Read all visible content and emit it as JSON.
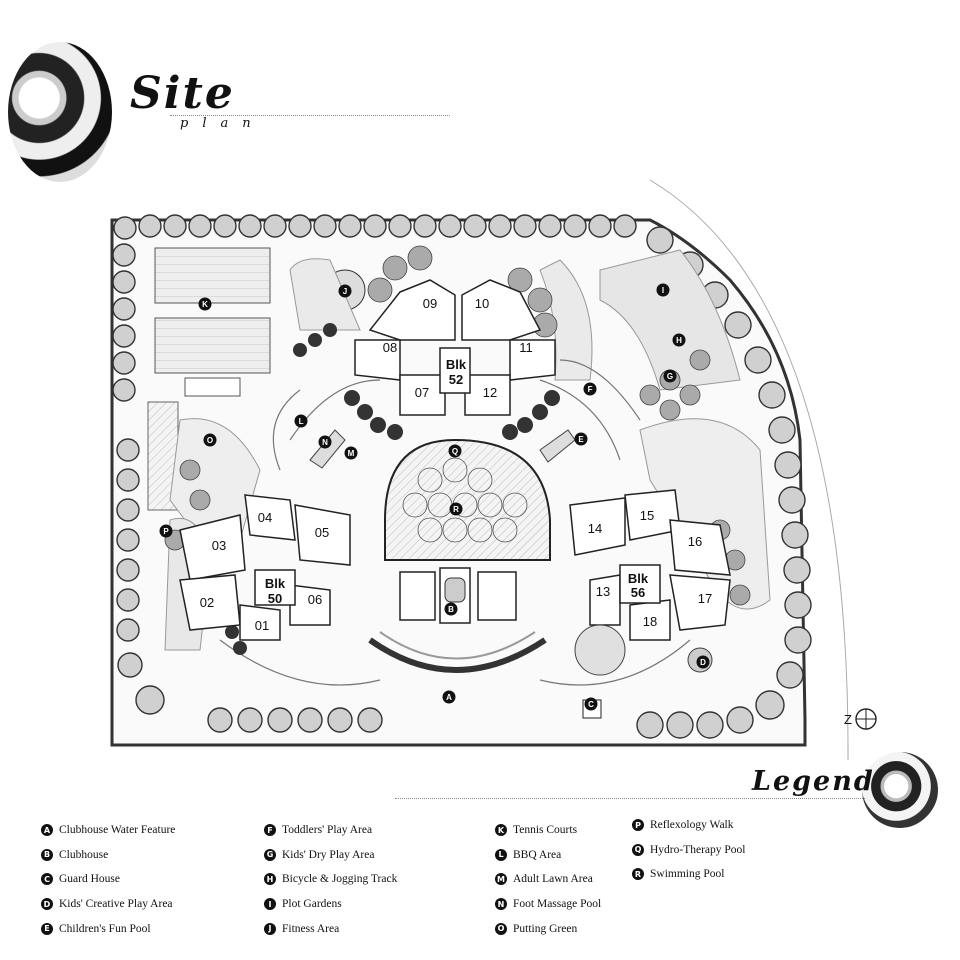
{
  "header": {
    "title": "Site",
    "subtitle": "plan"
  },
  "legend_title": "Legend",
  "map": {
    "blocks": [
      {
        "label": "Blk\n52",
        "units": [
          "07",
          "08",
          "09",
          "10",
          "11",
          "12"
        ]
      },
      {
        "label": "Blk\n50",
        "units": [
          "01",
          "02",
          "03",
          "04",
          "05",
          "06"
        ]
      },
      {
        "label": "Blk\n56",
        "units": [
          "13",
          "14",
          "15",
          "16",
          "17",
          "18"
        ]
      }
    ],
    "compass": "Z"
  },
  "legend": {
    "columns": [
      [
        {
          "code": "A",
          "label": "Clubhouse Water Feature"
        },
        {
          "code": "B",
          "label": "Clubhouse"
        },
        {
          "code": "C",
          "label": "Guard House"
        },
        {
          "code": "D",
          "label": "Kids' Creative Play Area"
        },
        {
          "code": "E",
          "label": "Children's Fun Pool"
        }
      ],
      [
        {
          "code": "F",
          "label": "Toddlers' Play Area"
        },
        {
          "code": "G",
          "label": "Kids' Dry Play Area"
        },
        {
          "code": "H",
          "label": "Bicycle & Jogging Track"
        },
        {
          "code": "I",
          "label": "Plot Gardens"
        },
        {
          "code": "J",
          "label": "Fitness Area"
        }
      ],
      [
        {
          "code": "K",
          "label": "Tennis Courts"
        },
        {
          "code": "L",
          "label": "BBQ Area"
        },
        {
          "code": "M",
          "label": "Adult Lawn Area"
        },
        {
          "code": "N",
          "label": "Foot Massage Pool"
        },
        {
          "code": "O",
          "label": "Putting Green"
        }
      ],
      [
        {
          "code": "P",
          "label": "Reflexology Walk"
        },
        {
          "code": "Q",
          "label": "Hydro-Therapy Pool"
        },
        {
          "code": "R",
          "label": "Swimming Pool"
        }
      ]
    ]
  }
}
